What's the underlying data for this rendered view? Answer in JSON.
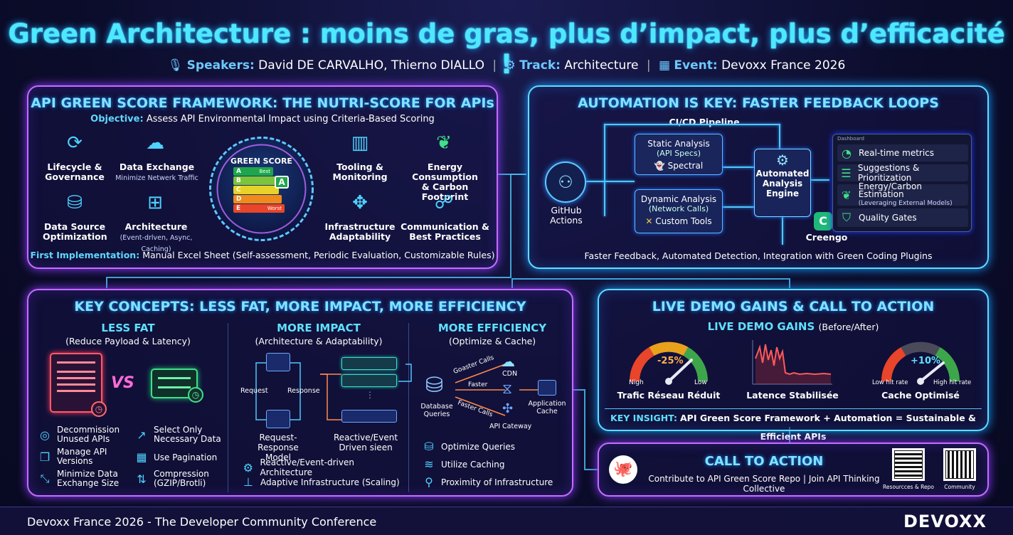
{
  "header": {
    "title": "Green Architecture : moins de gras, plus d’impact, plus d’efficacité !",
    "speakers_key": "Speakers:",
    "speakers": "David DE CARVALHO, Thierno DIALLO",
    "track_key": "Track:",
    "track": "Architecture",
    "event_key": "Event:",
    "event": "Devoxx France 2026"
  },
  "api_panel": {
    "title": "API GREEN SCORE FRAMEWORK: THE NUTRI-SCORE FOR APIs",
    "objective_key": "Objective:",
    "objective": "Assess API Environmental Impact using Criteria-Based Scoring",
    "items": [
      {
        "label": "Lifecycle &",
        "label2": "Governance",
        "icon": "refresh-shield-icon"
      },
      {
        "label": "Data Exchange",
        "label2": "Minimize Netwerk Traffic",
        "icon": "cloud-exchange-icon"
      },
      {
        "label": "Data Source",
        "label2": "Optimization",
        "icon": "database-icon"
      },
      {
        "label": "Architecture",
        "label2": "(Event-drlven, Async, Caching)",
        "icon": "architecture-icon"
      },
      {
        "label": "Tooling &",
        "label2": "Monitoring",
        "icon": "chart-search-icon"
      },
      {
        "label": "Energy Consumption",
        "label2": "& Carbon Footprint",
        "icon": "leaf-bolt-icon"
      },
      {
        "label": "Infrastructure",
        "label2": "Adaptability",
        "icon": "arrows-icon"
      },
      {
        "label": "Communication &",
        "label2": "Best Practices",
        "icon": "chat-network-icon"
      }
    ],
    "score": {
      "title": "GREEN SCORE",
      "grades": [
        "A",
        "B",
        "C",
        "D",
        "E"
      ],
      "best": "Best",
      "worst": "Worst",
      "selected": "A",
      "colors": [
        "#1fa64a",
        "#7cc43c",
        "#e8d22a",
        "#f08a1c",
        "#e8452a"
      ]
    },
    "first_key": "First Implementation:",
    "first": "Manual Excel Sheet (Self-assessment, Periodic Evaluation, Customizable Rules)"
  },
  "automation_panel": {
    "title": "AUTOMATION IS KEY: FASTER FEEDBACK LOOPS",
    "pipeline": "CI/CD Pipeline",
    "github": "GitHub",
    "github2": "Actions",
    "static": "Static Analysis",
    "static_sub": "(API Specs)",
    "spectral": "Spectral",
    "dynamic": "Dynamic Analysis",
    "dynamic_sub": "(Network Calls)",
    "custom": "Custom Tools",
    "engine": [
      "Automated",
      "Analysis",
      "Engine"
    ],
    "creengo": "Creengo",
    "dashboard_title": "Dashboard",
    "dashboard": [
      {
        "label": "Real-time metrics",
        "sub": ""
      },
      {
        "label": "Suggestions & Prioritization",
        "sub": ""
      },
      {
        "label": "Energy/Carbon Estimation",
        "sub": "(Leveraging External Models)"
      },
      {
        "label": "Quality Gates",
        "sub": ""
      }
    ],
    "footer": "Faster Feedback, Automated Detection, Integration with Green Coding Plugins"
  },
  "concepts_panel": {
    "title": "KEY CONCEPTS: LESS FAT, MORE IMPACT, MORE EFFICIENCY",
    "less_fat": {
      "title": "LESS FAT",
      "sub": "(Reduce Payload & Latency)",
      "vs": "VS",
      "items": [
        {
          "a": "Decommission",
          "b": "Unused APIs"
        },
        {
          "a": "Select Only",
          "b": "Necessary Data"
        },
        {
          "a": "Manage API",
          "b": "Versions"
        },
        {
          "a": "Use Pagination",
          "b": ""
        },
        {
          "a": "Minimize Data",
          "b": "Exchange Size"
        },
        {
          "a": "Compression",
          "b": "(GZIP/Brotli)"
        }
      ]
    },
    "more_impact": {
      "title": "MORE IMPACT",
      "sub": "(Architecture & Adaptability)",
      "request": "Request",
      "response": "Response",
      "model_a": "Request-Response",
      "model_b": "Model",
      "reactive_a": "Reactive/Event",
      "reactive_b": "Driven sieen",
      "items": [
        "Reactive/Event-driven Architecture",
        "Adaptive Infrastructure (Scaling)"
      ]
    },
    "more_efficiency": {
      "title": "MORE EFFICIENCY",
      "sub": "(Optimize & Cache)",
      "db_a": "Database",
      "db_b": "Queries",
      "goaster": "Goaster Calls",
      "faster": "Faster",
      "faster_calls": "Faster Calls",
      "cdn": "CDN",
      "app_a": "Application",
      "app_b": "Cache",
      "gateway": "API Cateway",
      "items": [
        "Optimize Queries",
        "Utilize Caching",
        "Proximity of Infrastructure"
      ]
    }
  },
  "demo_panel": {
    "title": "LIVE DEMO GAINS & CALL TO ACTION",
    "subtitle": "LIVE DEMO GAINS",
    "subtitle2": "(Before/After)",
    "gauge1": {
      "value": "-25%",
      "high": "Nigh",
      "low": "Low",
      "label": "Trafic Réseau Réduit"
    },
    "chart": {
      "label": "Latence Stabilisée"
    },
    "gauge2": {
      "value": "+10%",
      "low": "Low hit rate",
      "high": "High hit rate",
      "label": "Cache Optimisé"
    },
    "insight_key": "KEY INSIGHT:",
    "insight": "API Green Score Framework + Automation = Sustainable & Efficient APIs"
  },
  "cta_panel": {
    "title": "CALL TO ACTION",
    "text": "Contribute to API Green Score Repo | Join API Thinking Collective",
    "qr1": "Resourcces & Repo",
    "qr2": "Community"
  },
  "footer": {
    "text": "Devoxx France 2026 - The Developer Community Conference",
    "logo": "DEVOXX"
  }
}
